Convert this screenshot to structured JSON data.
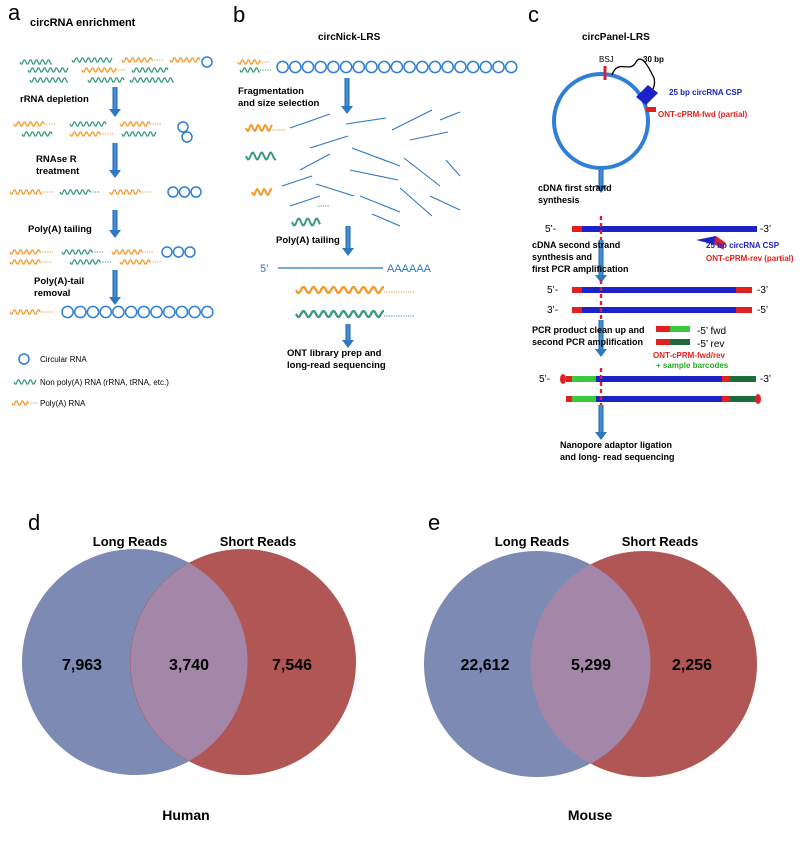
{
  "panels": {
    "a": {
      "letter": "a",
      "title": "circRNA enrichment",
      "steps": [
        "rRNA depletion",
        "RNAse R",
        "treatment",
        "Poly(A) tailing",
        "Poly(A)-tail",
        "removal"
      ],
      "legend": [
        "Circular RNA",
        "Non poly(A) RNA (rRNA, tRNA, etc.)",
        "Poly(A) RNA"
      ]
    },
    "b": {
      "letter": "b",
      "title": "circNick-LRS",
      "steps": [
        "Fragmentation",
        "and size selection",
        "Poly(A) tailing",
        "ONT library prep and",
        "long-read sequencing"
      ],
      "five_prime": "5’",
      "polya": "AAAAAA"
    },
    "c": {
      "letter": "c",
      "title": "circPanel-LRS",
      "bsj": "BSJ",
      "bp30": "30 bp",
      "csp": "25 bp circRNA CSP",
      "fwd_partial": "ONT-cPRM-fwd (partial)",
      "rev_partial": "ONT-cPRM-rev (partial)",
      "steps": [
        "cDNA first strand",
        "synthesis",
        "cDNA second strand",
        "synthesis and",
        "first PCR amplification",
        "PCR product clean up and",
        "second PCR amplification",
        "Nanopore adaptor ligation",
        "and long- read sequencing"
      ],
      "five_prime": "5’-",
      "three_prime": "3’-",
      "end_three": "-3’",
      "end_five": "-5’",
      "fwd": "-5’ fwd",
      "rev": "-5’ rev",
      "fwd_rev": "ONT-cPRM-fwd/rev",
      "barcodes": "+ sample barcodes"
    },
    "d": {
      "letter": "d",
      "left_label": "Long Reads",
      "right_label": "Short Reads",
      "left_only": "7,963",
      "overlap": "3,740",
      "right_only": "7,546",
      "species": "Human"
    },
    "e": {
      "letter": "e",
      "left_label": "Long Reads",
      "right_label": "Short Reads",
      "left_only": "22,612",
      "overlap": "5,299",
      "right_only": "2,256",
      "species": "Mouse"
    }
  },
  "colors": {
    "circle": "#2f7fd6",
    "green_rna": "#3a9a7a",
    "orange_rna": "#f39a2c",
    "arrow": "#2d78c0",
    "dark_blue": "#1a22c8",
    "red": "#e41f1f",
    "bsj_red": "#d0243c",
    "light_green": "#3cc83c",
    "dark_green": "#1f6b3c",
    "venn_left": "#7d8ab3",
    "venn_right": "#b05655",
    "venn_overlap": "#a487a8"
  }
}
